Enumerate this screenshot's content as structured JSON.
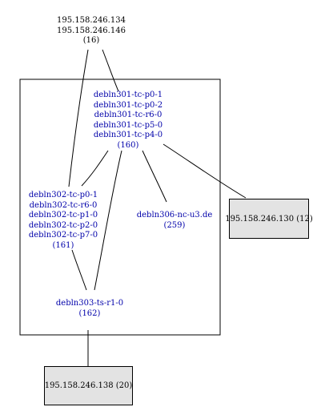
{
  "colors": {
    "router_text": "#0000aa",
    "external_text": "#000000",
    "external_box_fill": "#e3e3e3",
    "edge": "#000000"
  },
  "nodes": {
    "top_external": {
      "lines": [
        "195.158.246.134",
        "195.158.246.146"
      ],
      "count": "(16)"
    },
    "deb301": {
      "lines": [
        "debln301-tc-p0-1",
        "debln301-tc-p0-2",
        "debln301-tc-r6-0",
        "debln301-tc-p5-0",
        "debln301-tc-p4-0"
      ],
      "count": "(160)"
    },
    "deb302": {
      "lines": [
        "debln302-tc-p0-1",
        "debln302-tc-r6-0",
        "debln302-tc-p1-0",
        "debln302-tc-p2-0",
        "debln302-tc-p7-0"
      ],
      "count": "(161)"
    },
    "deb306": {
      "lines": [
        "debln306-nc-u3.de"
      ],
      "count": "(259)"
    },
    "deb303": {
      "lines": [
        "debln303-ts-r1-0"
      ],
      "count": "(162)"
    },
    "right_external": {
      "label": "195.158.246.130 (12)"
    },
    "bottom_external": {
      "label": "195.158.246.138 (20)"
    }
  }
}
